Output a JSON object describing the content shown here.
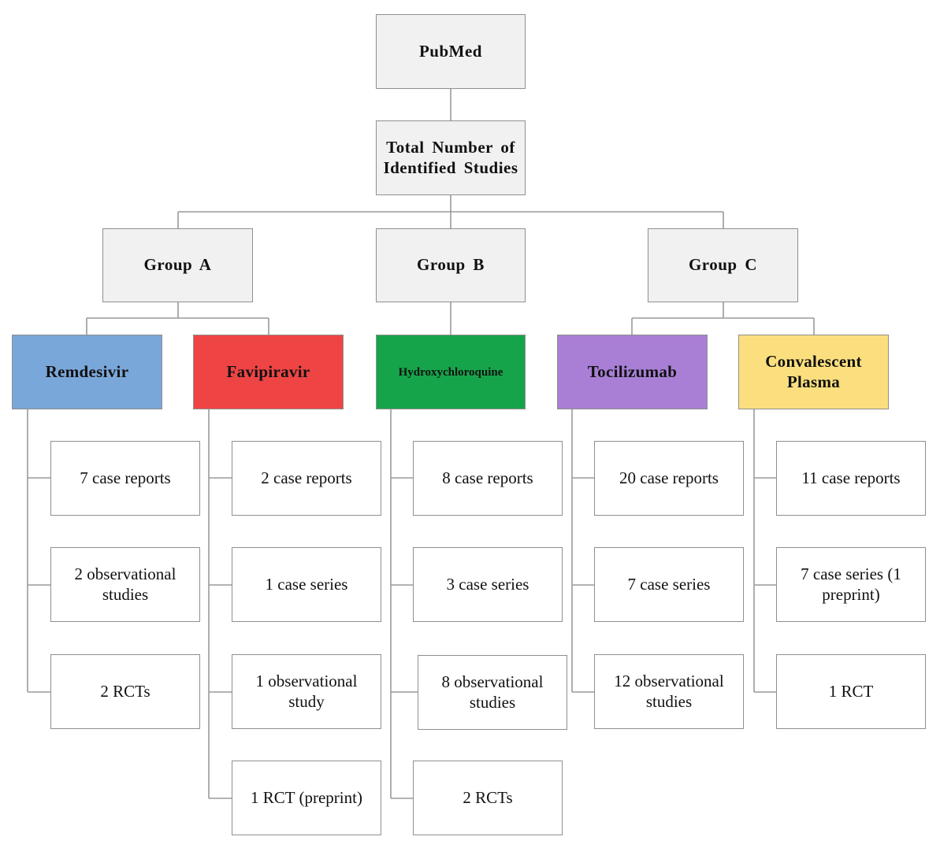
{
  "root": {
    "label": "PubMed"
  },
  "total": {
    "label": "Total Number of Identified Studies"
  },
  "groups": [
    {
      "label": "Group A"
    },
    {
      "label": "Group B"
    },
    {
      "label": "Group C"
    }
  ],
  "drugs": [
    {
      "label": "Remdesivir",
      "color": "#7aa7d9",
      "leaves": [
        "7 case reports",
        "2 observational studies",
        "2 RCTs"
      ]
    },
    {
      "label": "Favipiravir",
      "color": "#ef4444",
      "leaves": [
        "2 case reports",
        "1 case series",
        "1 observational study",
        "1 RCT (preprint)"
      ]
    },
    {
      "label": "Hydroxychloroquine",
      "color": "#16a44a",
      "leaves": [
        "8 case reports",
        "3 case series",
        "8 observational studies",
        "2 RCTs"
      ]
    },
    {
      "label": "Tocilizumab",
      "color": "#a97fd6",
      "leaves": [
        "20 case reports",
        "7 case series",
        "12 observational studies"
      ]
    },
    {
      "label": "Convalescent Plasma",
      "color": "#fbdf7e",
      "leaves": [
        "11 case reports",
        "7 case series (1 preprint)",
        "1 RCT"
      ]
    }
  ]
}
